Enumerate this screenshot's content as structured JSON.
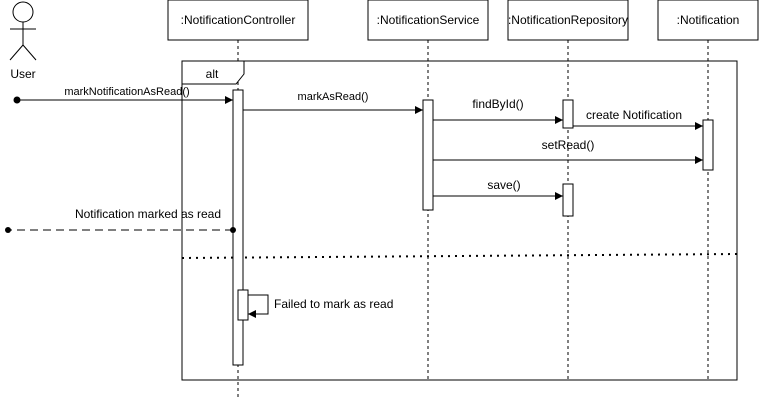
{
  "actor": {
    "name": "User"
  },
  "participants": [
    {
      "id": "controller",
      "name": ":NotificationController"
    },
    {
      "id": "service",
      "name": ":NotificationService"
    },
    {
      "id": "repository",
      "name": ":NotificationRepository"
    },
    {
      "id": "notification",
      "name": ":Notification"
    }
  ],
  "fragment": {
    "operator": "alt"
  },
  "messages": [
    {
      "id": "m1",
      "label": "markNotificationAsRead()"
    },
    {
      "id": "m2",
      "label": "markAsRead()"
    },
    {
      "id": "m3",
      "label": "findById()"
    },
    {
      "id": "m4",
      "label": "create Notification"
    },
    {
      "id": "m5",
      "label": "setRead()"
    },
    {
      "id": "m6",
      "label": "save()"
    },
    {
      "id": "m7",
      "label": "Notification marked as read"
    },
    {
      "id": "m8",
      "label": "Failed to mark as read"
    }
  ]
}
